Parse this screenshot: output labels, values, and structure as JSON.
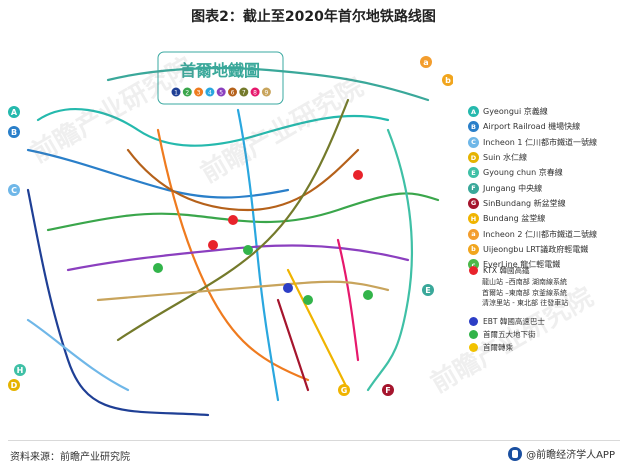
{
  "figure": {
    "title": "图表2：截止至2020年首尔地铁路线图"
  },
  "map": {
    "banner_title": "首爾地鐵圖",
    "banner_numbers": [
      "1",
      "2",
      "3",
      "4",
      "5",
      "6",
      "7",
      "8",
      "9"
    ],
    "banner_colors": [
      "#1f3f95",
      "#3aa64b",
      "#ef7b1f",
      "#2aa7df",
      "#8b3fbf",
      "#b5611a",
      "#747a2b",
      "#e6186c",
      "#c8a45c"
    ],
    "corner_badges": [
      "a",
      "b",
      "A",
      "B",
      "C",
      "D",
      "E",
      "F",
      "G",
      "H"
    ]
  },
  "legend": {
    "lines": [
      {
        "badge": "A",
        "color": "#25b9ad",
        "label": "Gyeongui 京義線"
      },
      {
        "badge": "B",
        "color": "#2a7fc9",
        "label": "Airport Railroad 機場快線"
      },
      {
        "badge": "C",
        "color": "#6fb7e8",
        "label": "Incheon 1 仁川都市鐵道一號線"
      },
      {
        "badge": "D",
        "color": "#e5b300",
        "label": "Suin 水仁線"
      },
      {
        "badge": "E",
        "color": "#3fc0a6",
        "label": "Gyoung chun 京春線"
      },
      {
        "badge": "F",
        "color": "#3aa89a",
        "label": "Jungang 中央線"
      },
      {
        "badge": "G",
        "color": "#a5152d",
        "label": "SinBundang 新盆堂線"
      },
      {
        "badge": "H",
        "color": "#f0b400",
        "label": "Bundang 盆堂線"
      },
      {
        "badge": "a",
        "color": "#f39d2d",
        "label": "Incheon 2 仁川都市鐵道二號線"
      },
      {
        "badge": "b",
        "color": "#f1a51d",
        "label": "Uijeongbu LRT議政府輕電鐵"
      },
      {
        "badge": "c",
        "color": "#4cb84a",
        "label": "EverLine 龍仁輕電鐵"
      }
    ],
    "ktx": {
      "color": "#e8232b",
      "label": "KTX 韓國高鐵",
      "notes": [
        "龍山站 –西南部 湖南線系統",
        "首爾站 –東南部 京釜線系統",
        "清涼里站 - 東北部 往發車站"
      ]
    },
    "others": [
      {
        "color": "#2c3ec6",
        "label": "EBT 韓國高速巴士"
      },
      {
        "color": "#32b44a",
        "label": "首爾五大地下街"
      },
      {
        "color": "#f2c200",
        "label": "首爾轉乘"
      }
    ]
  },
  "footer": {
    "source": "资料来源：前瞻产业研究院",
    "brand": "@前瞻经济学人APP"
  },
  "watermarks": [
    "前瞻产业研究院",
    "前瞻产业研究院",
    "前瞻产业研究院"
  ]
}
